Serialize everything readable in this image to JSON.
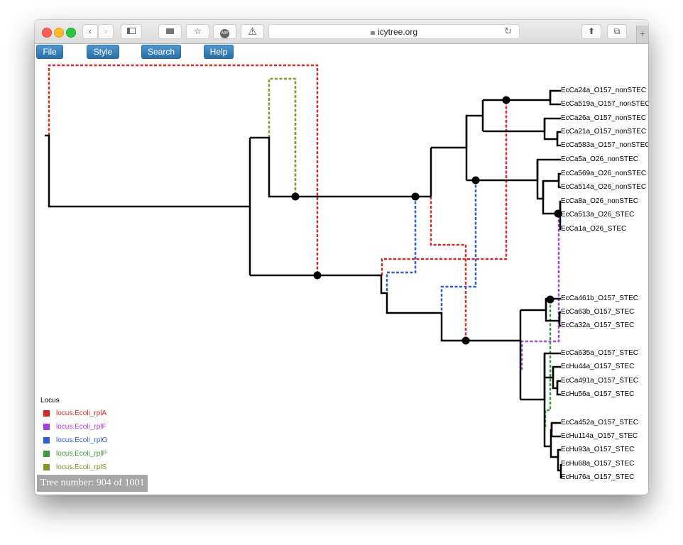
{
  "browser": {
    "url": "icytree.org",
    "lock_icon": "lock-icon",
    "toolbar_icons": [
      "back-icon",
      "forward-icon",
      "sidebar-icon",
      "folder-icon",
      "bookmark-star-icon",
      "adblock-icon",
      "warning-icon",
      "reload-icon",
      "share-icon",
      "tabs-icon",
      "new-tab-icon"
    ]
  },
  "menu": {
    "file": "File",
    "style": "Style",
    "search": "Search",
    "help": "Help"
  },
  "colors": {
    "rplA": "#d42a27",
    "rplF": "#a93ee0",
    "rplO": "#2b5ed6",
    "rplP": "#3d9a3a",
    "rplS": "#7f9a22",
    "branch": "#000000",
    "menu_button": "#3a80bb"
  },
  "tree": {
    "leaves": [
      "EcCa24a_O157_nonSTEC",
      "EcCa519a_O157_nonSTEC",
      "EcCa26a_O157_nonSTEC",
      "EcCa21a_O157_nonSTEC",
      "EcCa583a_O157_nonSTEC",
      "EcCa5a_O26_nonSTEC",
      "EcCa569a_O26_nonSTEC",
      "EcCa514a_O26_nonSTEC",
      "EcCa8a_O26_nonSTEC",
      "EcCa513a_O26_STEC",
      "EcCa1a_O26_STEC",
      "EcCa461b_O157_STEC",
      "EcCa63b_O157_STEC",
      "EcCa32a_O157_STEC",
      "EcCa635a_O157_STEC",
      "EcHu44a_O157_STEC",
      "EcCa491a_O157_STEC",
      "EcHu56a_O157_STEC",
      "EcCa452a_O157_STEC",
      "EcHu114a_O157_STEC",
      "EcHu93a_O157_STEC",
      "EcHu68a_O157_STEC",
      "EcHu76a_O157_STEC"
    ]
  },
  "legend": {
    "title": "Locus",
    "items": [
      {
        "label": "locus.Ecoli_rplA",
        "key": "rplA"
      },
      {
        "label": "locus.Ecoli_rplF",
        "key": "rplF"
      },
      {
        "label": "locus.Ecoli_rplO",
        "key": "rplO"
      },
      {
        "label": "locus.Ecoli_rplP",
        "key": "rplP"
      },
      {
        "label": "locus.Ecoli_rplS",
        "key": "rplS"
      }
    ]
  },
  "status": {
    "tree_number": "Tree number: 904 of 1001"
  }
}
